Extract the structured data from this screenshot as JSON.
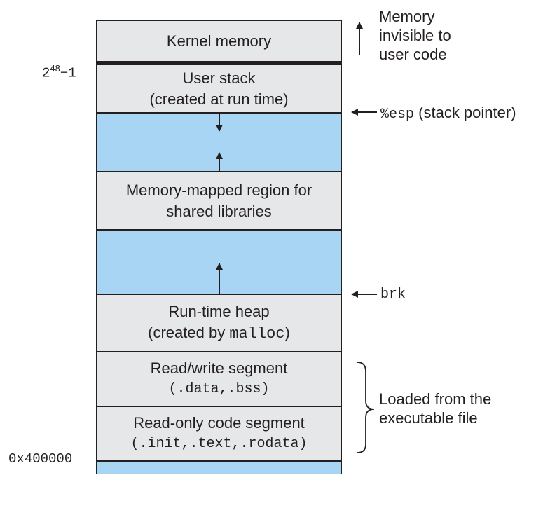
{
  "segments": {
    "kernel": "Kernel memory",
    "user_stack": {
      "line1": "User stack",
      "line2": "(created at run time)"
    },
    "mmap": {
      "line1": "Memory-mapped region for",
      "line2": "shared libraries"
    },
    "heap": {
      "line1": "Run-time heap",
      "line2_prefix": "(created by ",
      "line2_code": "malloc",
      "line2_suffix": ")"
    },
    "rw": {
      "line1": "Read/write segment",
      "line2": "(.data,.bss)"
    },
    "ro": {
      "line1": "Read-only code segment",
      "line2": "(.init,.text,.rodata)"
    }
  },
  "addresses": {
    "top_base": "2",
    "top_exp": "48",
    "top_suffix": "−1",
    "bottom": "0x400000"
  },
  "annotations": {
    "invisible": [
      "Memory",
      "invisible to",
      "user code"
    ],
    "esp_code": "%esp",
    "esp_text": "(stack pointer)",
    "brk": "brk",
    "loaded": [
      "Loaded from the",
      "executable file"
    ]
  },
  "colors": {
    "segment_gray": "#e6e7e8",
    "free_blue": "#a7d5f3",
    "ink": "#231f20"
  }
}
